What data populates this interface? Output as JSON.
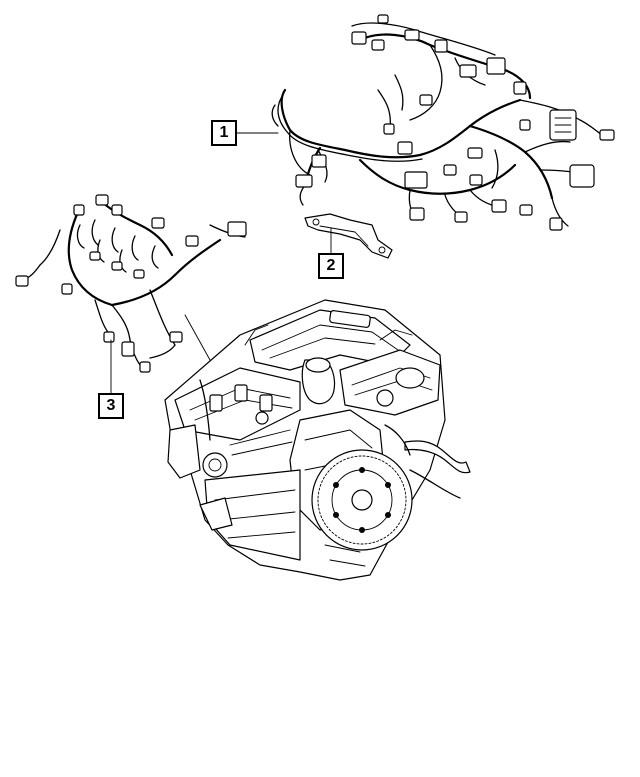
{
  "callouts": [
    {
      "id": "1",
      "label": "1",
      "part": "wiring-harness-main"
    },
    {
      "id": "2",
      "label": "2",
      "part": "mounting-bracket"
    },
    {
      "id": "3",
      "label": "3",
      "part": "wiring-harness-engine"
    }
  ],
  "colors": {
    "line": "#000000",
    "background": "#ffffff"
  }
}
